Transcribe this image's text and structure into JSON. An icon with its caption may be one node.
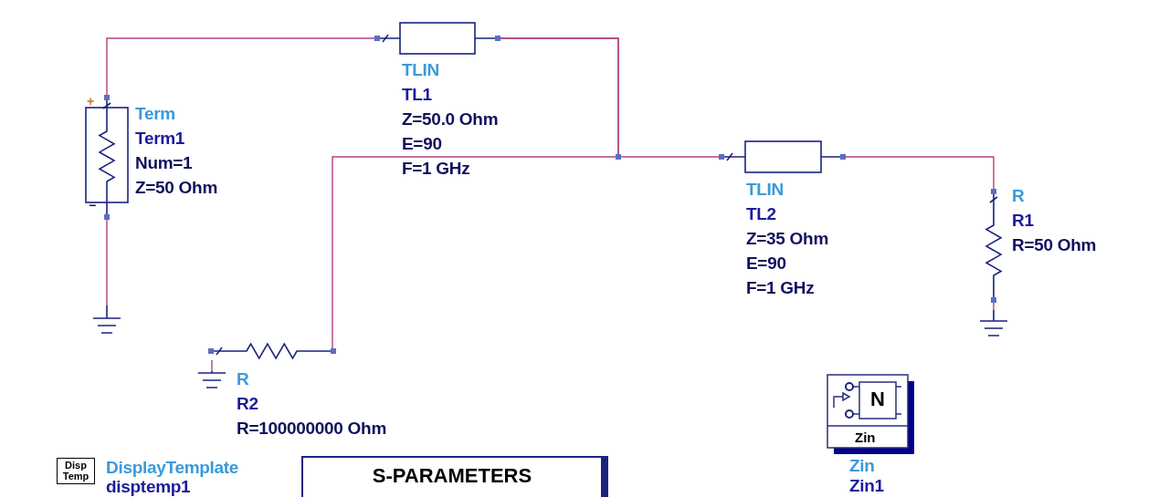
{
  "diagram": {
    "nodes": [
      {
        "text": [],
        "shape": "box",
        "beside": [
          "Term",
          "Term1",
          "Num=1",
          "Z=50 Ohm"
        ]
      },
      {
        "text": [],
        "shape": "box",
        "beside": [
          "TLIN",
          "TL1",
          "Z=50.0 Ohm",
          "E=90",
          "F=1 GHz"
        ]
      },
      {
        "text": [],
        "shape": "box",
        "beside": [
          "TLIN",
          "TL2",
          "Z=35 Ohm",
          "E=90",
          "F=1 GHz"
        ]
      },
      {
        "text": [],
        "shape": "resistor",
        "beside": [
          "R",
          "R1",
          "R=50 Ohm"
        ]
      },
      {
        "text": [],
        "shape": "resistor",
        "beside": [
          "R",
          "R2",
          "R=100000000 Ohm"
        ]
      },
      {
        "text": [],
        "shape": "ground"
      },
      {
        "text": [],
        "shape": "ground"
      },
      {
        "text": [],
        "shape": "ground"
      },
      {
        "text": [
          "N",
          "Zin"
        ],
        "beside": [
          "Zin",
          "Zin1"
        ]
      },
      {
        "text": [
          "Disp Temp"
        ],
        "beside": [
          "DisplayTemplate",
          "disptemp1"
        ]
      },
      {
        "text": [
          "S-PARAMETERS"
        ]
      }
    ],
    "edges": [
      {
        "from": 0,
        "to": 1,
        "arrow": "none"
      },
      {
        "from": 1,
        "to": 2,
        "arrow": "none"
      },
      {
        "from": 1,
        "to": 4,
        "arrow": "none"
      },
      {
        "from": 2,
        "to": 3,
        "arrow": "none"
      },
      {
        "from": 3,
        "to": 6,
        "arrow": "none"
      },
      {
        "from": 0,
        "to": 5,
        "arrow": "none"
      },
      {
        "from": 4,
        "to": 7,
        "arrow": "none"
      }
    ],
    "labels": [
      "+",
      "−"
    ]
  }
}
